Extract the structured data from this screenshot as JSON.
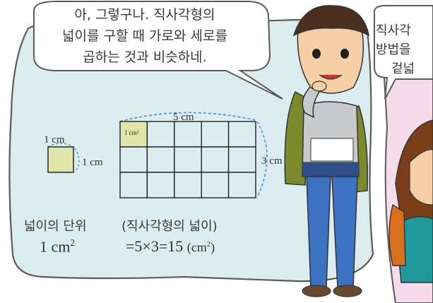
{
  "bubble_left": {
    "line1": "아, 그렇구나. 직사각형의",
    "line2": "넓이를 구할 때 가로와 세로를",
    "line3": "곱하는 것과 비슷하네."
  },
  "bubble_right": {
    "line1": "직사각",
    "line2": "방법을",
    "line3": "겉넓"
  },
  "unit_square": {
    "top_label": "1 cm",
    "side_label": "1 cm"
  },
  "grid": {
    "width_label": "5 cm",
    "height_label": "3 cm",
    "cell_label": "1 cm²",
    "columns": 5,
    "rows": 3
  },
  "captions": {
    "unit_title": "넓이의 단위",
    "unit_value": "1 cm",
    "unit_exp": "2",
    "rect_title": "(직사각형의 넓이)",
    "rect_formula": "=5×3=15",
    "rect_unit": "(cm",
    "rect_unit_exp": "2",
    "rect_unit_close": ")"
  },
  "colors": {
    "panel_fill": "#dcedf0",
    "panel_stroke": "#5b5b5b",
    "cell_fill": "#dfe6a9",
    "grid_stroke": "#222222",
    "dash": "#4a8fd8",
    "girl_panel": "#f4d8e8"
  }
}
